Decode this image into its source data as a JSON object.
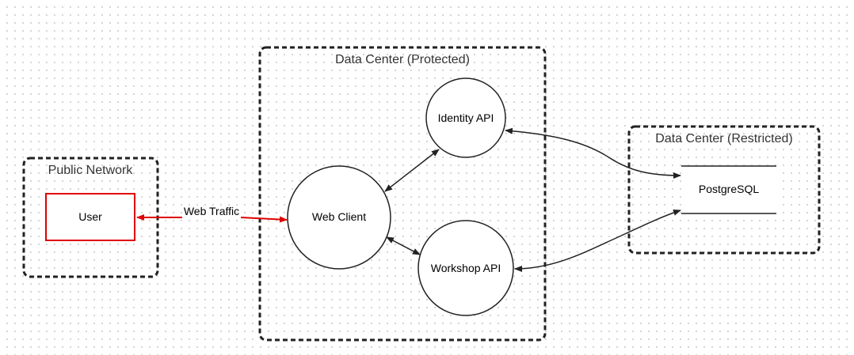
{
  "groups": {
    "public": {
      "label": "Public Network"
    },
    "protected": {
      "label": "Data Center (Protected)"
    },
    "restricted": {
      "label": "Data Center (Restricted)"
    }
  },
  "nodes": {
    "user": "User",
    "web_client": "Web Client",
    "identity_api": "Identity API",
    "workshop_api": "Workshop API",
    "postgresql": "PostgreSQL"
  },
  "edges": {
    "web_traffic": "Web Traffic"
  },
  "colors": {
    "highlight": "#e00000",
    "stroke": "#222222",
    "text": "#333333"
  }
}
